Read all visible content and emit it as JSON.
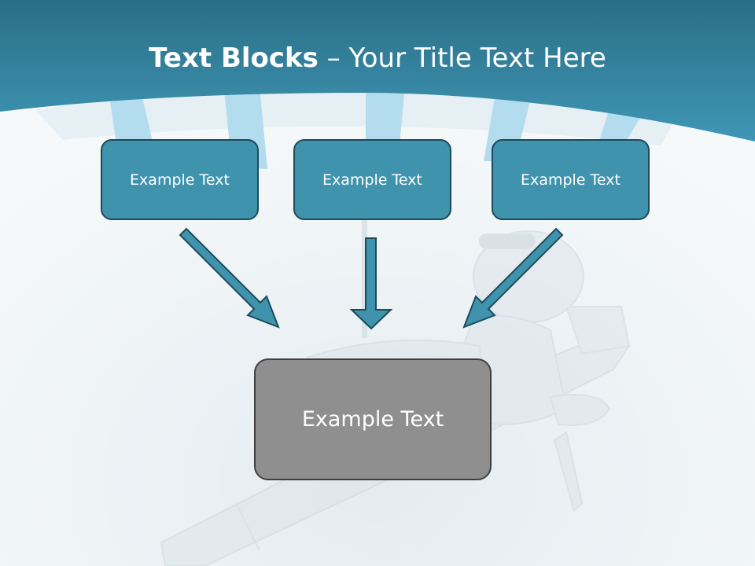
{
  "slide": {
    "title_bold": "Text Blocks",
    "title_rest": " – Your Title Text Here"
  },
  "blocks": [
    {
      "label": "Example Text"
    },
    {
      "label": "Example Text"
    },
    {
      "label": "Example Text"
    }
  ],
  "center": {
    "label": "Example Text"
  },
  "colors": {
    "header": "#2e7f9c",
    "box_fill": "#3f93ad",
    "box_border": "#1d4a5b",
    "center_fill": "#8f8f8f",
    "arrow_fill": "#3f93ad"
  },
  "icons": [
    "beach-umbrella-icon",
    "relaxing-figure-on-lounger-icon"
  ]
}
